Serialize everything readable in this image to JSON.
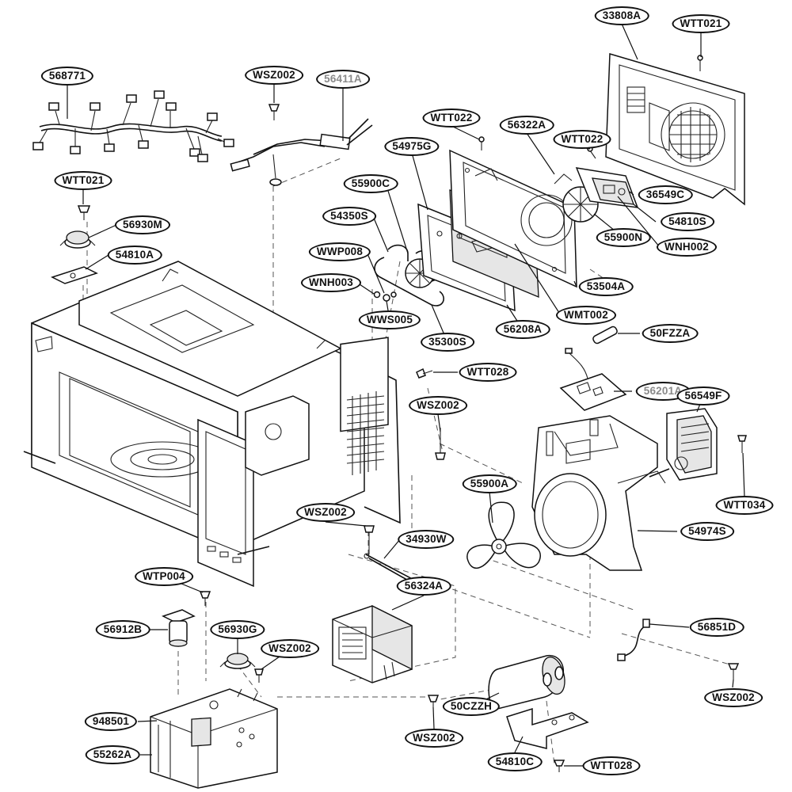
{
  "diagram": {
    "type": "exploded-parts-diagram",
    "line_color": "#111111",
    "background": "#ffffff",
    "parts": [
      {
        "id": "p-568771",
        "label": "568771"
      },
      {
        "id": "p-wsz002-a",
        "label": "WSZ002"
      },
      {
        "id": "p-56411a",
        "label": "56411A",
        "color": "#8a8a8a"
      },
      {
        "id": "p-wtt021-a",
        "label": "WTT021"
      },
      {
        "id": "p-56930m",
        "label": "56930M"
      },
      {
        "id": "p-54810a",
        "label": "54810A"
      },
      {
        "id": "p-33808a",
        "label": "33808A"
      },
      {
        "id": "p-wtt021-b",
        "label": "WTT021"
      },
      {
        "id": "p-wtt022-a",
        "label": "WTT022"
      },
      {
        "id": "p-56322a",
        "label": "56322A"
      },
      {
        "id": "p-wtt022-b",
        "label": "WTT022"
      },
      {
        "id": "p-54975g",
        "label": "54975G"
      },
      {
        "id": "p-55900c",
        "label": "55900C"
      },
      {
        "id": "p-36549c",
        "label": "36549C"
      },
      {
        "id": "p-54350s",
        "label": "54350S"
      },
      {
        "id": "p-54810s",
        "label": "54810S"
      },
      {
        "id": "p-55900n",
        "label": "55900N"
      },
      {
        "id": "p-wnh002",
        "label": "WNH002"
      },
      {
        "id": "p-wwp008",
        "label": "WWP008"
      },
      {
        "id": "p-wnh003",
        "label": "WNH003"
      },
      {
        "id": "p-53504a",
        "label": "53504A"
      },
      {
        "id": "p-wws005",
        "label": "WWS005"
      },
      {
        "id": "p-wmt002",
        "label": "WMT002"
      },
      {
        "id": "p-56208a",
        "label": "56208A"
      },
      {
        "id": "p-35300s",
        "label": "35300S"
      },
      {
        "id": "p-50fzza",
        "label": "50FZZA"
      },
      {
        "id": "p-wtt028-a",
        "label": "WTT028"
      },
      {
        "id": "p-56201a",
        "label": "56201A",
        "color": "#8a8a8a"
      },
      {
        "id": "p-wsz002-b",
        "label": "WSZ002"
      },
      {
        "id": "p-56549f",
        "label": "56549F"
      },
      {
        "id": "p-55900a",
        "label": "55900A"
      },
      {
        "id": "p-wtt034",
        "label": "WTT034"
      },
      {
        "id": "p-wsz002-c",
        "label": "WSZ002"
      },
      {
        "id": "p-54974s",
        "label": "54974S"
      },
      {
        "id": "p-34930w",
        "label": "34930W"
      },
      {
        "id": "p-wtp004",
        "label": "WTP004"
      },
      {
        "id": "p-56324a",
        "label": "56324A"
      },
      {
        "id": "p-56851d",
        "label": "56851D"
      },
      {
        "id": "p-56912b",
        "label": "56912B"
      },
      {
        "id": "p-56930g",
        "label": "56930G"
      },
      {
        "id": "p-wsz002-d",
        "label": "WSZ002"
      },
      {
        "id": "p-wsz002-e",
        "label": "WSZ002"
      },
      {
        "id": "p-50czzh",
        "label": "50CZZH"
      },
      {
        "id": "p-948501",
        "label": "948501"
      },
      {
        "id": "p-wsz002-f",
        "label": "WSZ002"
      },
      {
        "id": "p-55262a",
        "label": "55262A"
      },
      {
        "id": "p-54810c",
        "label": "54810C"
      },
      {
        "id": "p-wtt028-b",
        "label": "WTT028"
      }
    ]
  }
}
